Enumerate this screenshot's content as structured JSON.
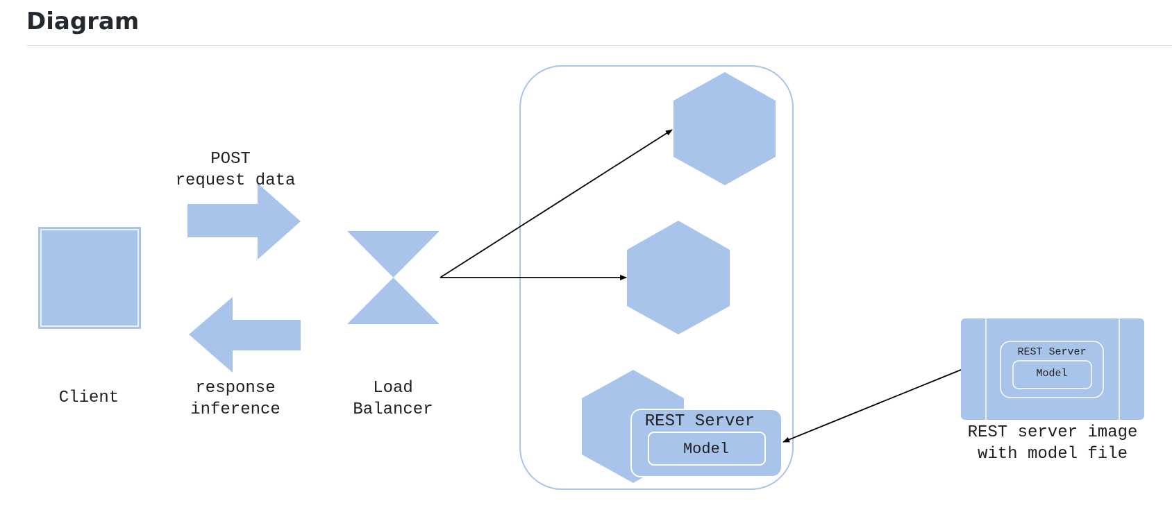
{
  "page": {
    "heading": "Diagram"
  },
  "diagram": {
    "client_label": "Client",
    "post_label_line1": "POST",
    "post_label_line2": "request data",
    "response_label_line1": "response",
    "response_label_line2": "inference",
    "load_balancer_line1": "Load",
    "load_balancer_line2": "Balancer",
    "server_box_title": "REST Server",
    "server_box_model": "Model",
    "image_box_title": "REST Server",
    "image_box_model": "Model",
    "image_caption_line1": "REST server image",
    "image_caption_line2": "with model file"
  },
  "colors": {
    "shape_fill": "#a9c4ea",
    "shape_stroke": "#ffffff",
    "container_stroke": "#a9c4ea",
    "arrow_stroke": "#000000"
  }
}
